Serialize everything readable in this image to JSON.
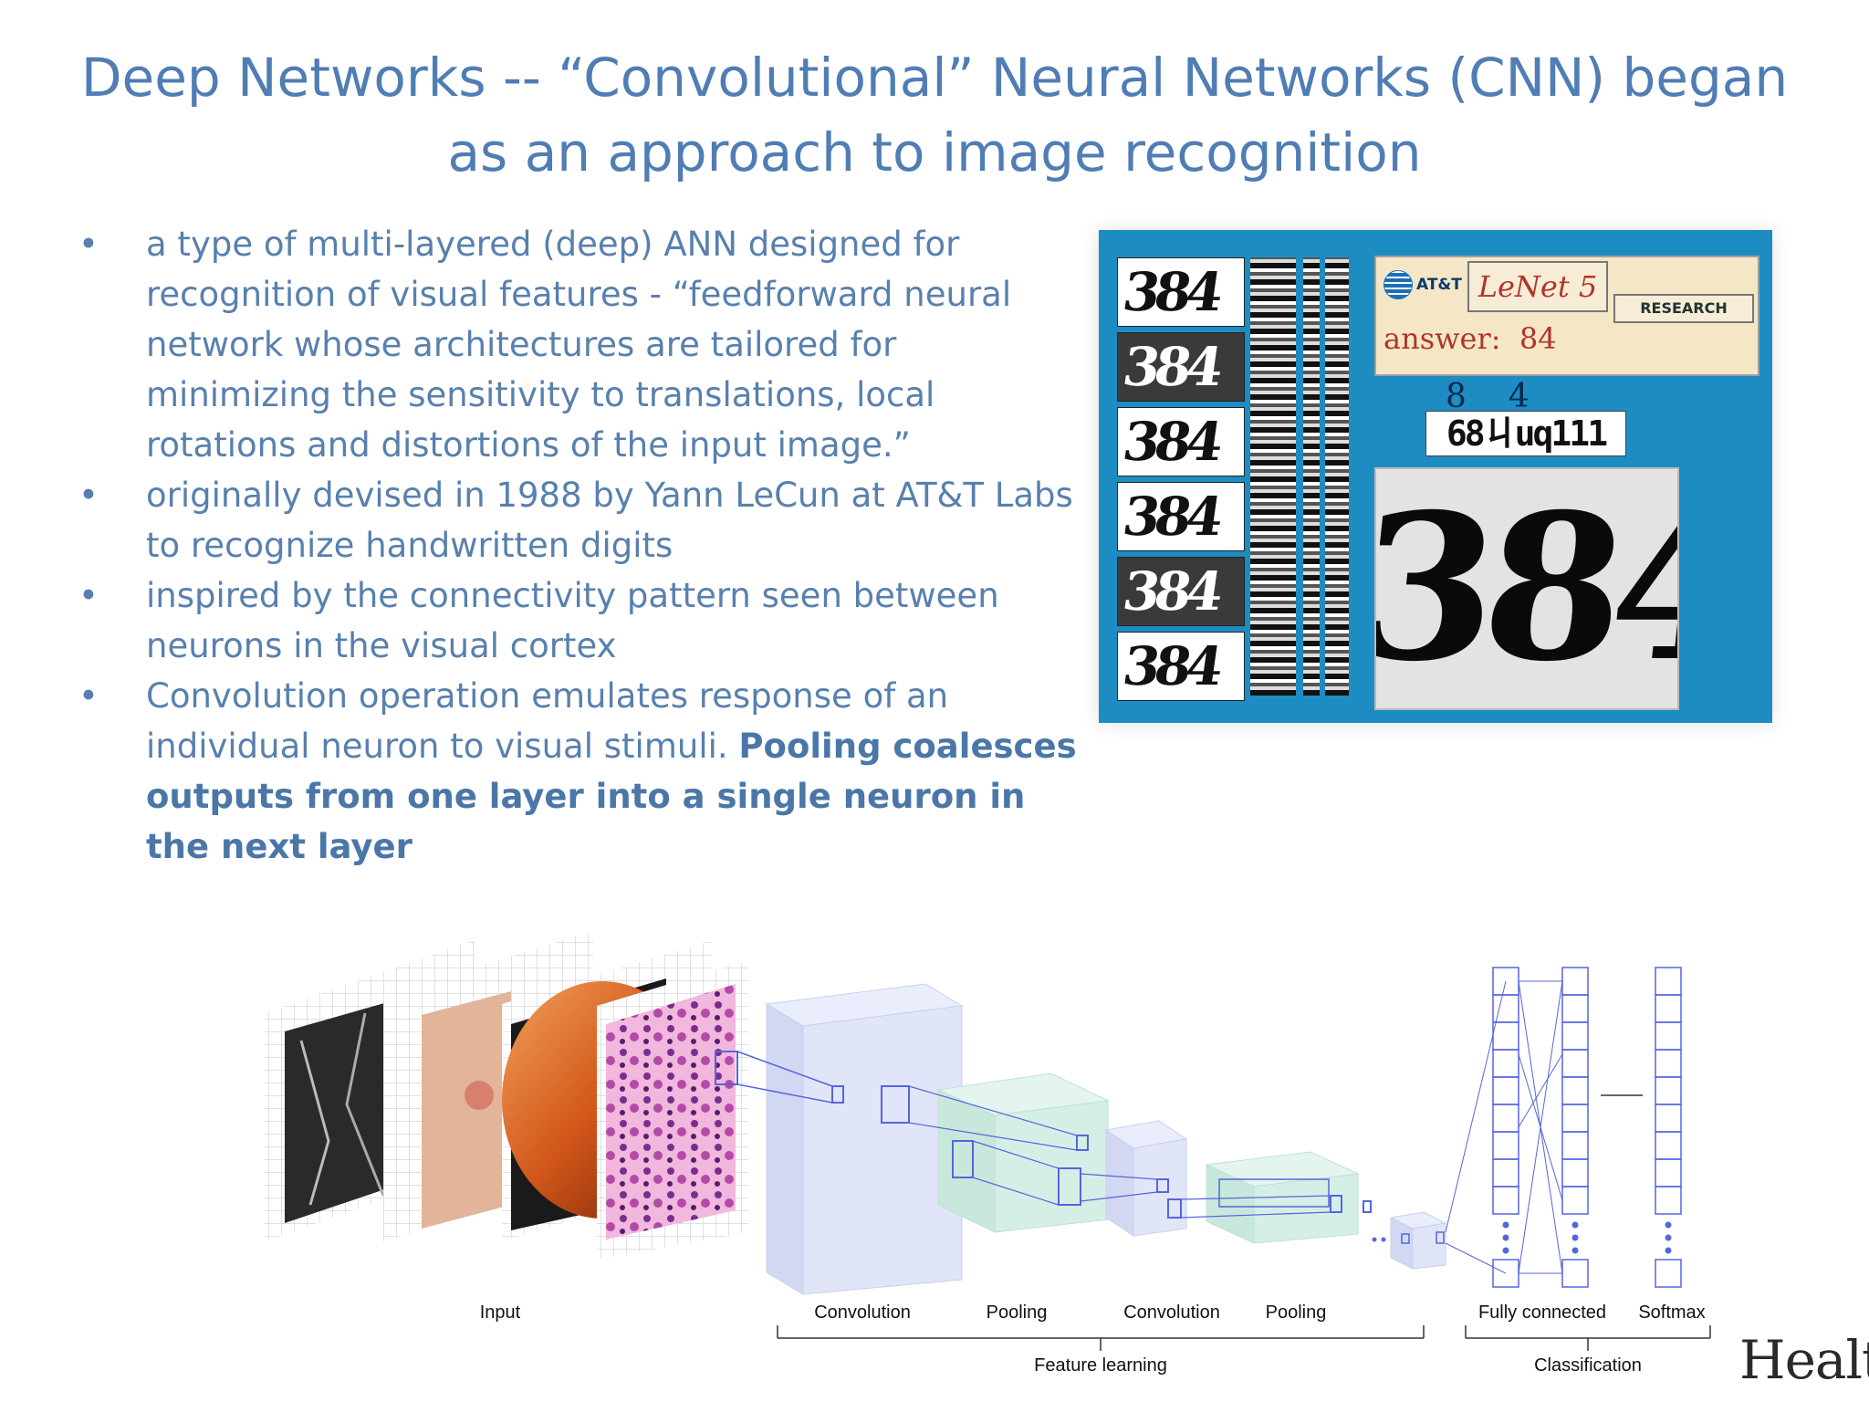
{
  "slide": {
    "title_line1": "Deep Networks -- “Convolutional” Neural Networks (CNN) began",
    "title_line2": "as an approach to image recognition",
    "bullets": [
      {
        "bullet": "•",
        "text": "a type of multi-layered (deep) ANN designed for recognition of visual features  - “feedforward neural network whose architectures are tailored for minimizing the sensitivity to translations, local rotations and distortions of the input image.”"
      },
      {
        "bullet": "•",
        "text": "originally devised in 1988 by Yann LeCun at AT&T Labs to recognize handwritten digits"
      },
      {
        "bullet": "•",
        "text": "inspired by the connectivity pattern seen between neurons in the visual cortex"
      },
      {
        "bullet": "•",
        "text": "Convolution operation emulates response of an individual neuron to visual stimuli. ",
        "bold": "Pooling coalesces outputs from one layer into a single neuron in the next layer"
      }
    ]
  },
  "lenet": {
    "logo": "AT&T",
    "name": "LeNet 5",
    "research": "RESEARCH",
    "answer_label": "answer:",
    "answer_value": "84",
    "digit_a": "8",
    "digit_b": "4",
    "sequence": "68ㄐuq111",
    "big_digits": "384",
    "tiles": [
      "384",
      "384",
      "384",
      "384",
      "384",
      "384"
    ]
  },
  "diagram": {
    "labels": {
      "input": "Input",
      "conv1": "Convolution",
      "pool1": "Pooling",
      "conv2": "Convolution",
      "pool2": "Pooling",
      "fc": "Fully connected",
      "softmax": "Softmax",
      "feature_learning": "Feature learning",
      "classification": "Classification"
    },
    "colors": {
      "input_grid": "#d6d6d6",
      "conv_block": "#dde3f8",
      "pool_block": "#d4efe6",
      "lines": "#5565dd"
    }
  },
  "logo": {
    "text": "Health"
  }
}
